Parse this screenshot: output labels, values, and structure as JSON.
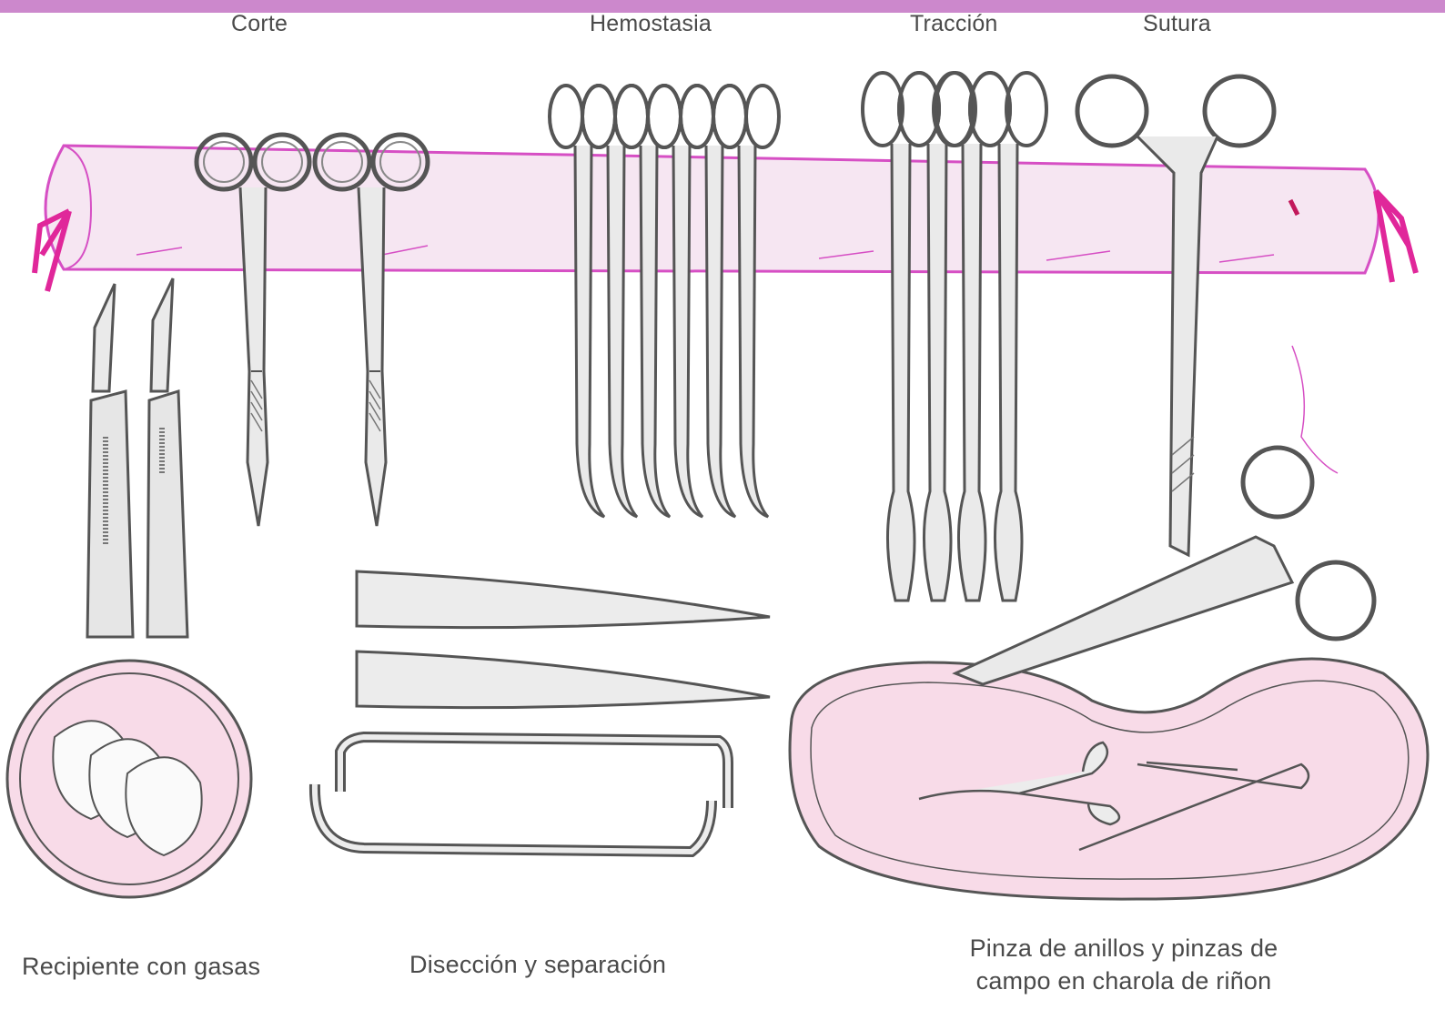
{
  "colors": {
    "top_bar": "#cc88cc",
    "roll_outline": "#d64fc4",
    "roll_fill": "#f6e6f2",
    "tie": "#e0279a",
    "tray_fill": "#f8dbe8",
    "instrument_fill": "#e9e9e9",
    "instrument_stroke": "#555555",
    "label_text": "#4a4a4a"
  },
  "labels": {
    "corte": "Corte",
    "hemostasia": "Hemostasia",
    "traccion": "Tracción",
    "sutura": "Sutura",
    "recipiente": "Recipiente con gasas",
    "diseccion": "Disección y separación",
    "charola_line1": "Pinza de anillos y pinzas de",
    "charola_line2": "campo en charola de riñon"
  },
  "icons": [
    "scalpel-icon",
    "scissors-icon",
    "hemostat-icon",
    "towel-clamp-icon",
    "needle-holder-icon",
    "forceps-icon",
    "retractor-icon",
    "gauze-icon",
    "kidney-tray-icon",
    "ring-forceps-icon"
  ]
}
